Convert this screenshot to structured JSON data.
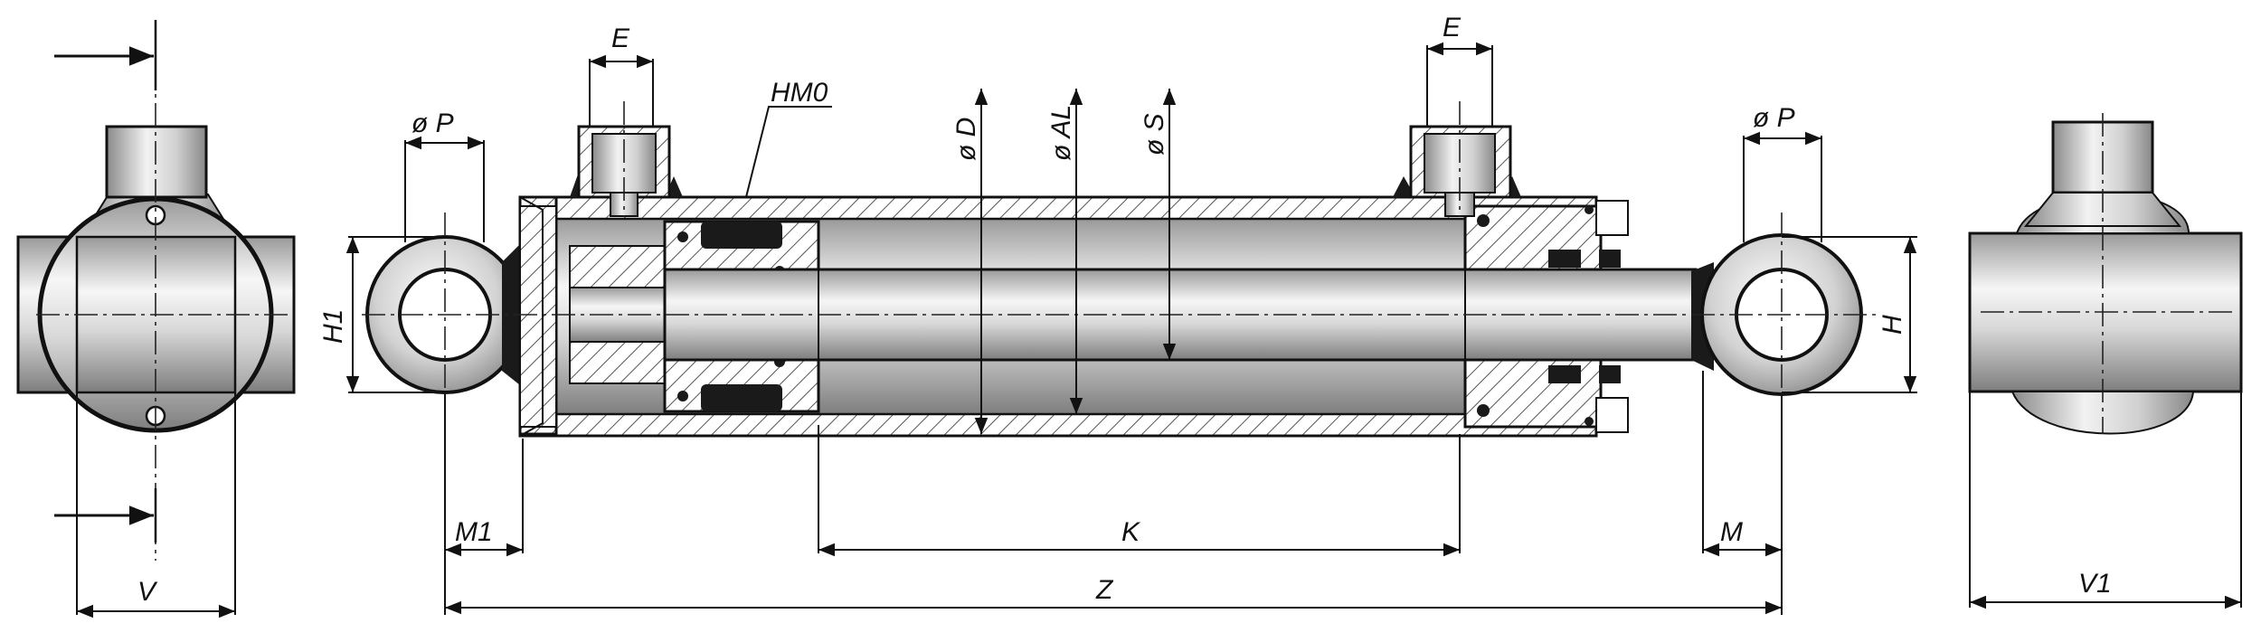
{
  "labels": {
    "e_left": "E",
    "e_right": "E",
    "hm0": "HM0",
    "p_left": "ø P",
    "p_right": "ø P",
    "d": "ø D",
    "al": "ø AL",
    "s": "ø S",
    "h1": "H1",
    "h": "H",
    "m1": "M1",
    "m": "M",
    "k": "K",
    "z": "Z",
    "v": "V",
    "v1": "V1"
  },
  "colors": {
    "line": "#111111",
    "hatch": "#555555",
    "metal_light": "#f4f4f4",
    "metal_mid": "#c8c8c8",
    "metal_dark": "#8a8a8a",
    "seal": "#1a1a1a"
  }
}
